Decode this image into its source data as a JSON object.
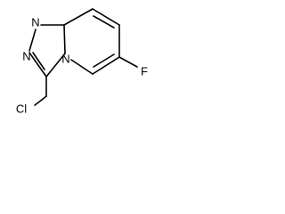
{
  "molecule": {
    "atoms": {
      "n1": "N",
      "n2": "N",
      "n4": "N",
      "fluorine": "F",
      "chlorine": "Cl"
    }
  }
}
